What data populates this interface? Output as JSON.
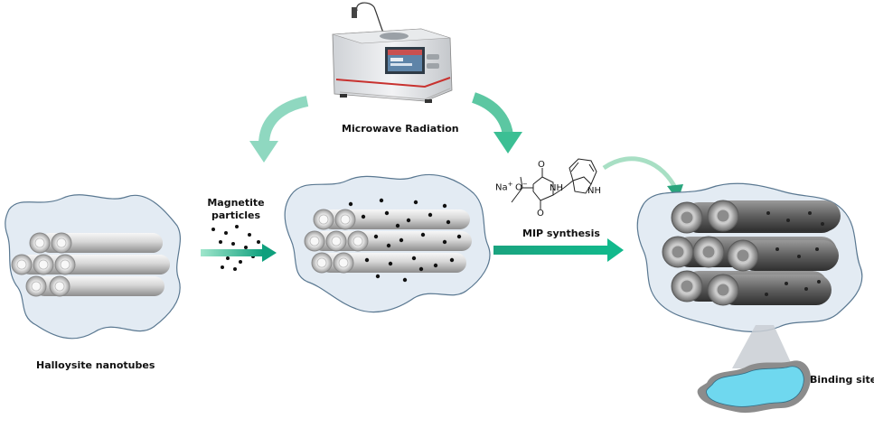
{
  "labels": {
    "microwave": "Microwave Radiation",
    "magnetite_line1": "Magnetite",
    "magnetite_line2": "particles",
    "mip": "MIP synthesis",
    "halloysite": "Halloysite nanotubes",
    "binding": "Binding sites"
  },
  "molecule": {
    "na": "Na",
    "charge_plus": "+",
    "o_minus": "O",
    "charge_minus": "−",
    "o1": "O",
    "nh1": "NH",
    "o2": "O",
    "nh2": "NH"
  },
  "colors": {
    "blob_fill": "#e3ebf3",
    "blob_stroke": "#5a7891",
    "curved_arrow": "#8fd8c0",
    "straight_arrow_start": "#9fe6cc",
    "straight_arrow_end": "#0fa07d",
    "binding_pool": "#6fd8ef"
  }
}
